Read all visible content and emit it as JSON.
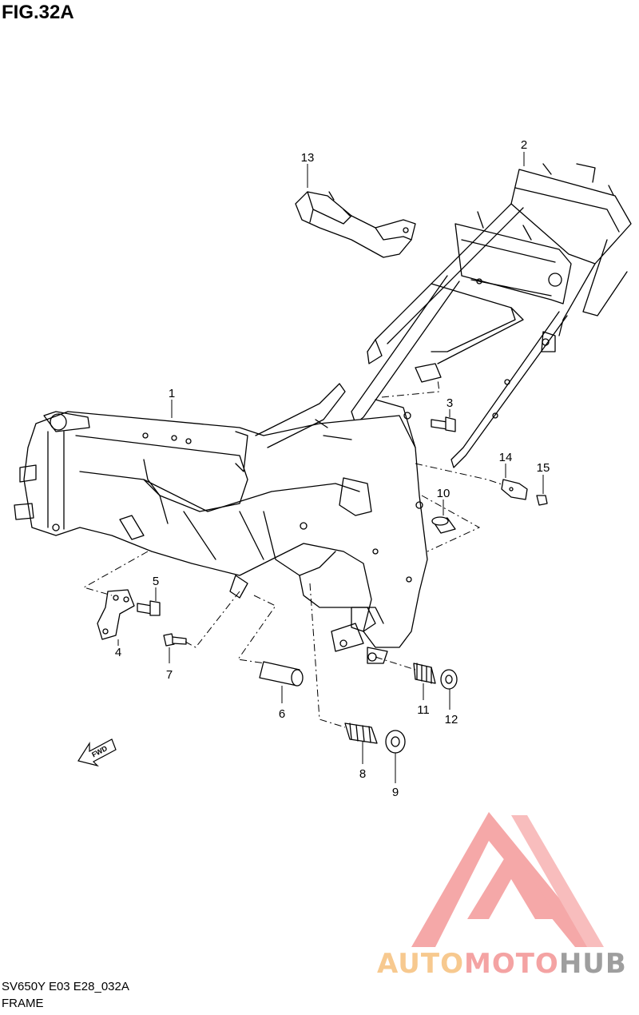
{
  "figure": {
    "title": "FIG.32A"
  },
  "callouts": [
    {
      "id": "1",
      "label": "1"
    },
    {
      "id": "2",
      "label": "2"
    },
    {
      "id": "3",
      "label": "3"
    },
    {
      "id": "4",
      "label": "4"
    },
    {
      "id": "5",
      "label": "5"
    },
    {
      "id": "6",
      "label": "6"
    },
    {
      "id": "7",
      "label": "7"
    },
    {
      "id": "8",
      "label": "8"
    },
    {
      "id": "9",
      "label": "9"
    },
    {
      "id": "10",
      "label": "10"
    },
    {
      "id": "11",
      "label": "11"
    },
    {
      "id": "12",
      "label": "12"
    },
    {
      "id": "13",
      "label": "13"
    },
    {
      "id": "14",
      "label": "14"
    },
    {
      "id": "15",
      "label": "15"
    }
  ],
  "fwd_marker": {
    "label": "FWD"
  },
  "watermark": {
    "part1": "AUTO",
    "part2": "MOTO",
    "part3": "HUB",
    "colors": {
      "auto": "#f7c98f",
      "moto": "#f4a3a3",
      "hub": "#9e9e9e",
      "logo": "#f28b8b"
    }
  },
  "caption": {
    "code": "SV650Y E03 E28_032A",
    "name": "FRAME"
  }
}
